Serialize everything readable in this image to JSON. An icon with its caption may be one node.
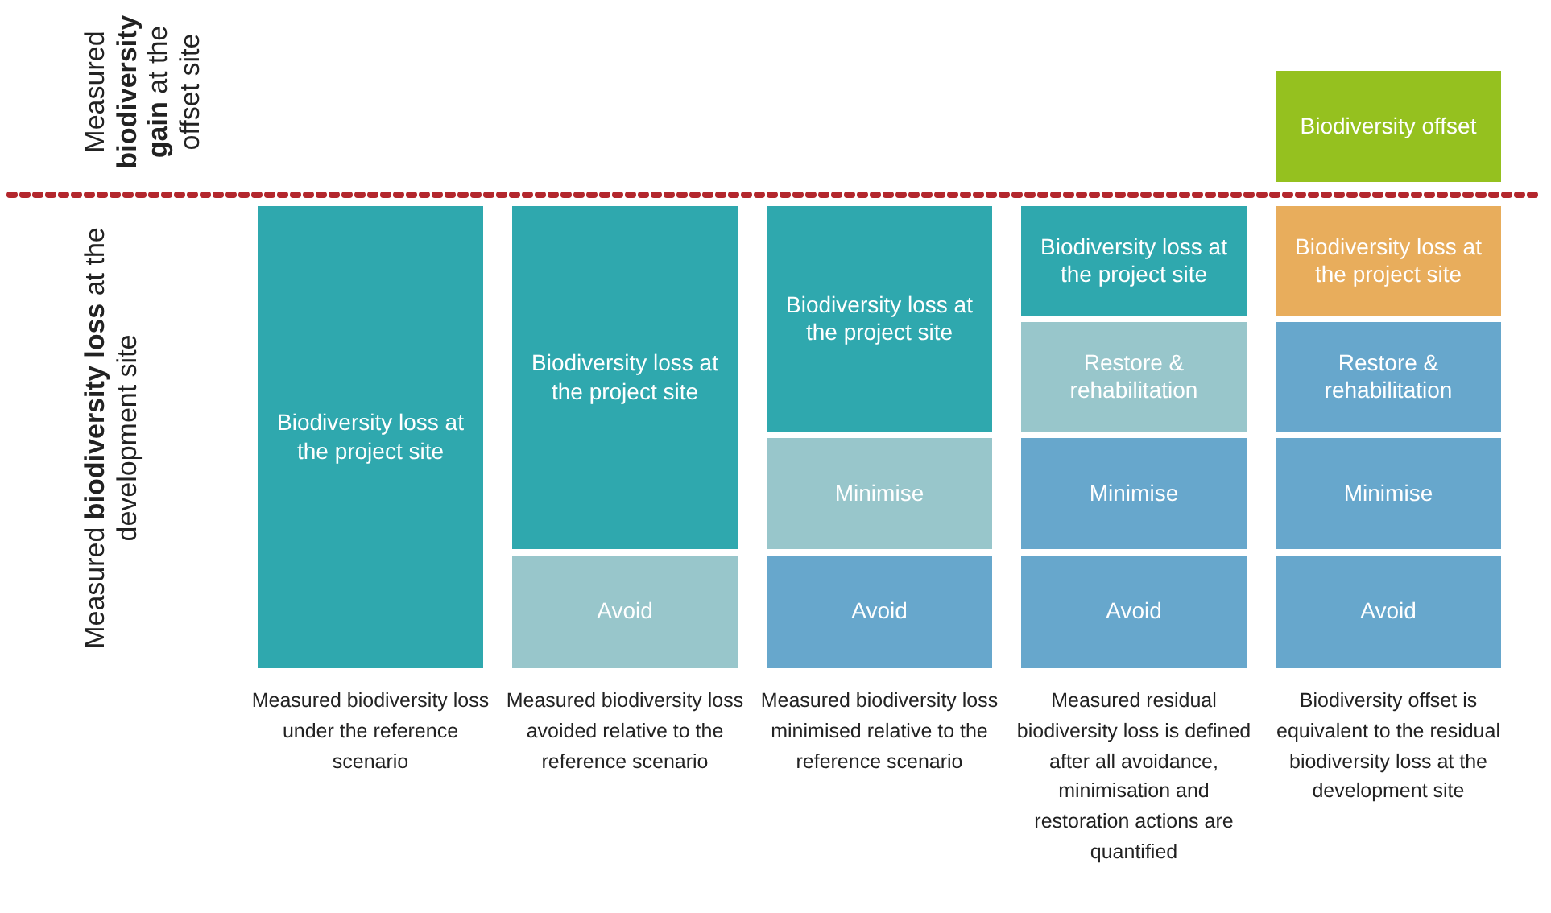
{
  "diagram": {
    "nodes": [
      {
        "text": [
          "Biodiversity offset"
        ]
      },
      {
        "text": [
          "Biodiversity loss at the project site"
        ]
      },
      {
        "text": [
          "Biodiversity loss at the project site"
        ]
      },
      {
        "text": [
          "Avoid"
        ]
      },
      {
        "text": [
          "Biodiversity loss at the project site"
        ]
      },
      {
        "text": [
          "Minimise"
        ]
      },
      {
        "text": [
          "Avoid"
        ]
      },
      {
        "text": [
          "Biodiversity loss at the project site"
        ]
      },
      {
        "text": [
          "Restore & rehabilitation"
        ]
      },
      {
        "text": [
          "Minimise"
        ]
      },
      {
        "text": [
          "Avoid"
        ]
      },
      {
        "text": [
          "Biodiversity loss at the project site"
        ]
      },
      {
        "text": [
          "Restore & rehabilitation"
        ]
      },
      {
        "text": [
          "Minimise"
        ]
      },
      {
        "text": [
          "Avoid"
        ]
      }
    ],
    "edges": [],
    "labels": [
      "Measured **biodiversity** **gain** at the offset site",
      "Measured **biodiversity** **loss** at the development site",
      "Measured biodiversity loss under the reference scenario",
      "Measured biodiversity loss avoided relative to the reference scenario",
      "Measured biodiversity loss minimised relative to the reference scenario",
      "Measured residual biodiversity loss is defined after all avoidance, minimisation and restoration actions are quantified",
      "Biodiversity offset is equivalent to the residual biodiversity loss at the development site"
    ]
  }
}
